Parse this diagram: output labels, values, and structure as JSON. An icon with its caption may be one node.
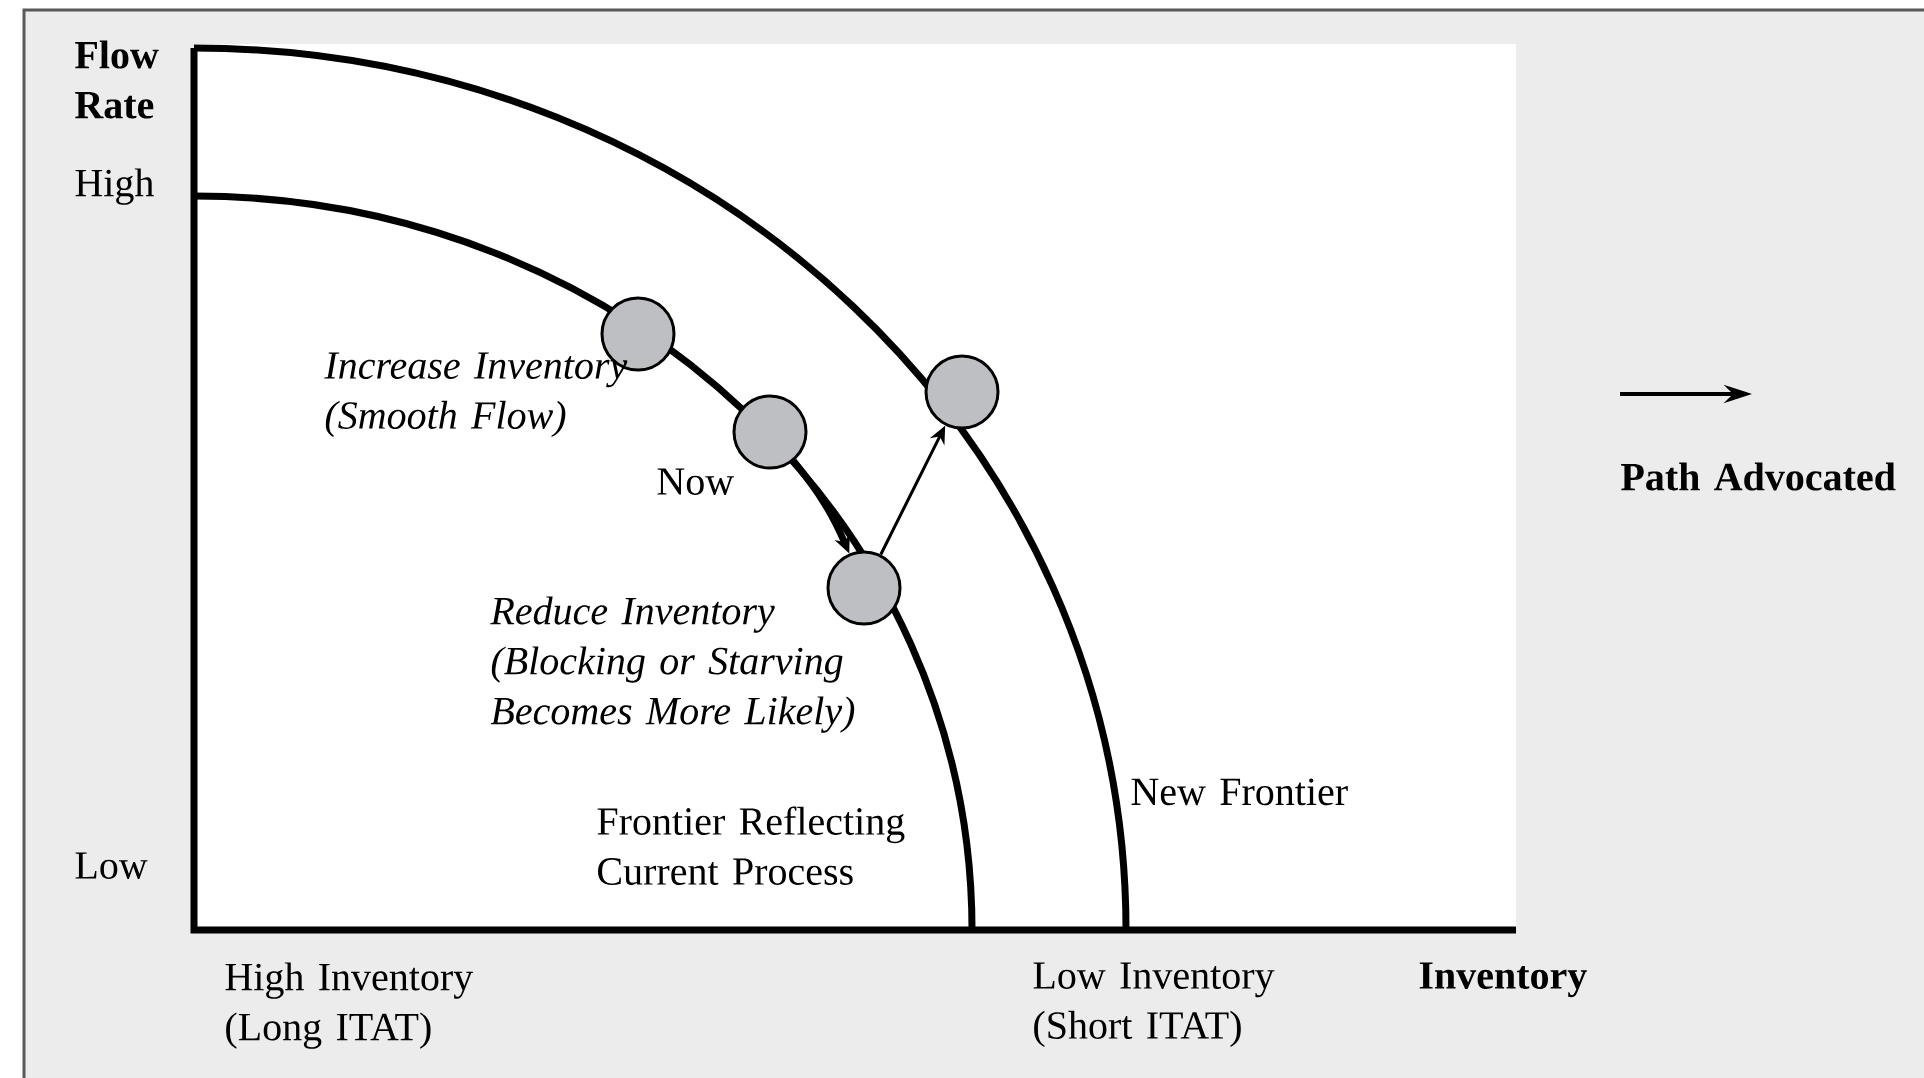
{
  "diagram": {
    "nodes": [
      {
        "text": [],
        "shape": "circle",
        "beside": [
          "*Increase Inventory (Smooth Flow)*"
        ]
      },
      {
        "text": [],
        "shape": "circle",
        "beside": [
          "Now"
        ]
      },
      {
        "text": [],
        "shape": "circle",
        "beside": [
          "*Reduce Inventory (Blocking or Starving Becomes More Likely)*"
        ]
      },
      {
        "text": [],
        "shape": "circle"
      }
    ],
    "edges": [
      {
        "from": 1,
        "to": 2,
        "arrow": "to",
        "style": "thick"
      },
      {
        "from": 2,
        "to": 3,
        "arrow": "to"
      }
    ],
    "labels": [
      "Flow Rate",
      "High",
      "Low",
      "Frontier Reflecting Current Process",
      "New Frontier",
      "High Inventory (Long ITAT)",
      "Low Inventory (Short ITAT)",
      "Inventory"
    ],
    "legend": [
      {
        "text": "Path Advocated"
      }
    ]
  }
}
